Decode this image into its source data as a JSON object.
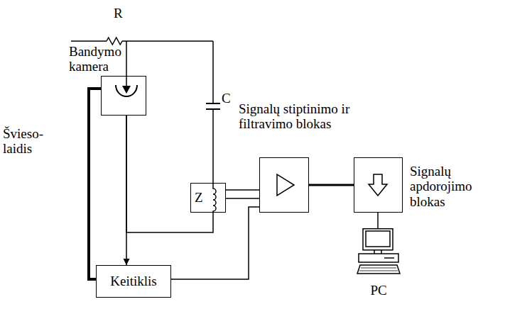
{
  "diagram": {
    "nodes": [
      {
        "text": [
          "Bandymo kamera"
        ]
      },
      {
        "text": [
          "Z"
        ]
      },
      {
        "text": [
          "Signalų stiptinimo ir filtravimo blokas"
        ]
      },
      {
        "text": [
          "Signalų apdorojimo blokas"
        ]
      },
      {
        "text": [
          "PC"
        ]
      },
      {
        "text": [
          "Keitiklis"
        ]
      }
    ],
    "edges": [
      {
        "from": 0,
        "to": 5,
        "arrow": "to"
      },
      {
        "from": 0,
        "to": 5,
        "arrow": "none"
      },
      {
        "from": 0,
        "to": 1,
        "arrow": "none"
      },
      {
        "from": 1,
        "to": 2,
        "arrow": "none"
      },
      {
        "from": 1,
        "to": 2,
        "arrow": "none"
      },
      {
        "from": 5,
        "to": 2,
        "arrow": "none"
      },
      {
        "from": 2,
        "to": 3,
        "arrow": "none"
      },
      {
        "from": 3,
        "to": 4,
        "arrow": "none"
      }
    ],
    "labels": [
      "R",
      "C",
      "Švieso- laidis"
    ]
  }
}
